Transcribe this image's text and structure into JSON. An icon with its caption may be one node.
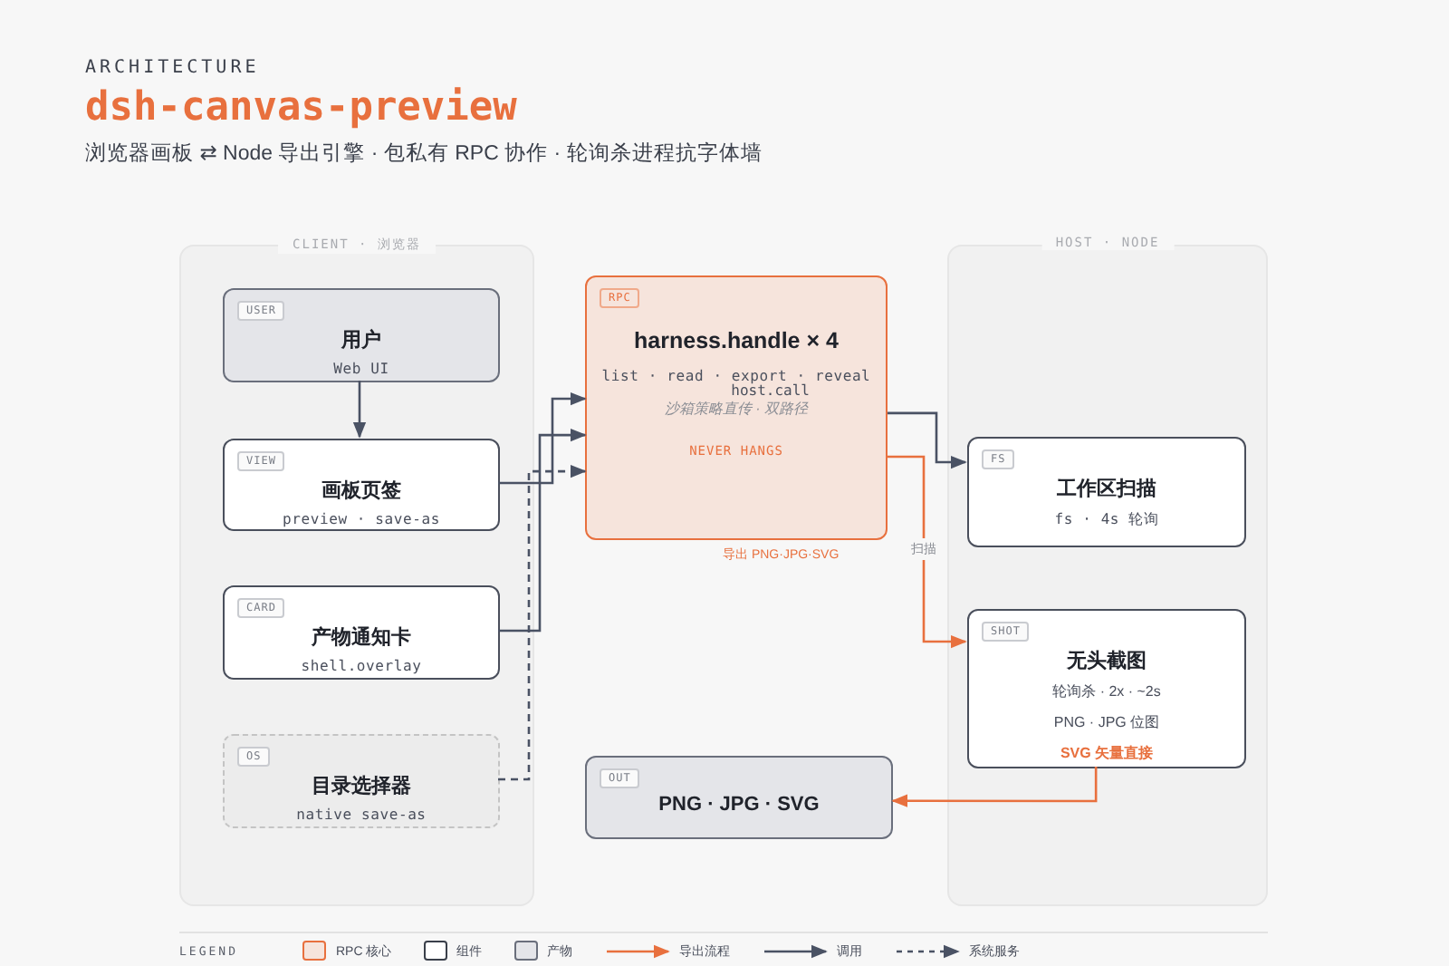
{
  "diagram": {
    "title": "dsh-canvas-preview",
    "nodes": [
      {
        "text": [
          "CLIENT · 浏览器"
        ]
      },
      {
        "text": [
          "USER",
          "用户",
          "Web UI"
        ],
        "in": 0
      },
      {
        "text": [
          "VIEW",
          "画板页签",
          "preview · save-as"
        ],
        "in": 0
      },
      {
        "text": [
          "CARD",
          "产物通知卡",
          "shell.overlay"
        ],
        "in": 0
      },
      {
        "text": [
          "OS",
          "目录选择器",
          "native save-as"
        ],
        "in": 0
      },
      {
        "text": [
          "RPC",
          "harness.handle × 4",
          "list · read · export · reveal",
          "host.call",
          "沙箱策略直传 · 双路径",
          "NEVER HANGS"
        ],
        "beside": [
          "导出 PNG·JPG·SVG"
        ]
      },
      {
        "text": [
          "OUT",
          "PNG · JPG · SVG"
        ]
      },
      {
        "text": [
          "HOST · NODE"
        ]
      },
      {
        "text": [
          "FS",
          "工作区扫描",
          "fs · 4s 轮询"
        ],
        "in": 7
      },
      {
        "text": [
          "SHOT",
          "无头截图",
          "轮询杀 · 2x · ~2s",
          "PNG · JPG 位图",
          "SVG 矢量直接"
        ],
        "in": 7
      }
    ],
    "edges": [
      {
        "from": 1,
        "to": 2,
        "arrow": "to"
      },
      {
        "from": 2,
        "to": 5,
        "arrow": "to"
      },
      {
        "from": 3,
        "to": 5,
        "arrow": "to"
      },
      {
        "from": 4,
        "to": 5,
        "arrow": "to",
        "style": "dashed"
      },
      {
        "from": 5,
        "to": 8,
        "arrow": "to"
      },
      {
        "from": 5,
        "to": 9,
        "arrow": "to",
        "color": "#e8703e",
        "label": "扫描"
      },
      {
        "from": 9,
        "to": 6,
        "arrow": "to",
        "color": "#e8703e"
      }
    ],
    "labels": [
      "ARCHITECTURE",
      "浏览器画板 ⇄ Node 导出引擎 · 包私有 RPC 协作 · 轮询杀进程抗字体墙",
      "LEGEND"
    ],
    "legend": [
      {
        "text": "RPC 核心",
        "color": "#f6e4dc"
      },
      {
        "text": "组件",
        "color": "#ffffff"
      },
      {
        "text": "产物",
        "color": "#e4e5e9"
      },
      {
        "text": "导出流程"
      },
      {
        "text": "调用"
      },
      {
        "text": "系统服务"
      }
    ]
  }
}
